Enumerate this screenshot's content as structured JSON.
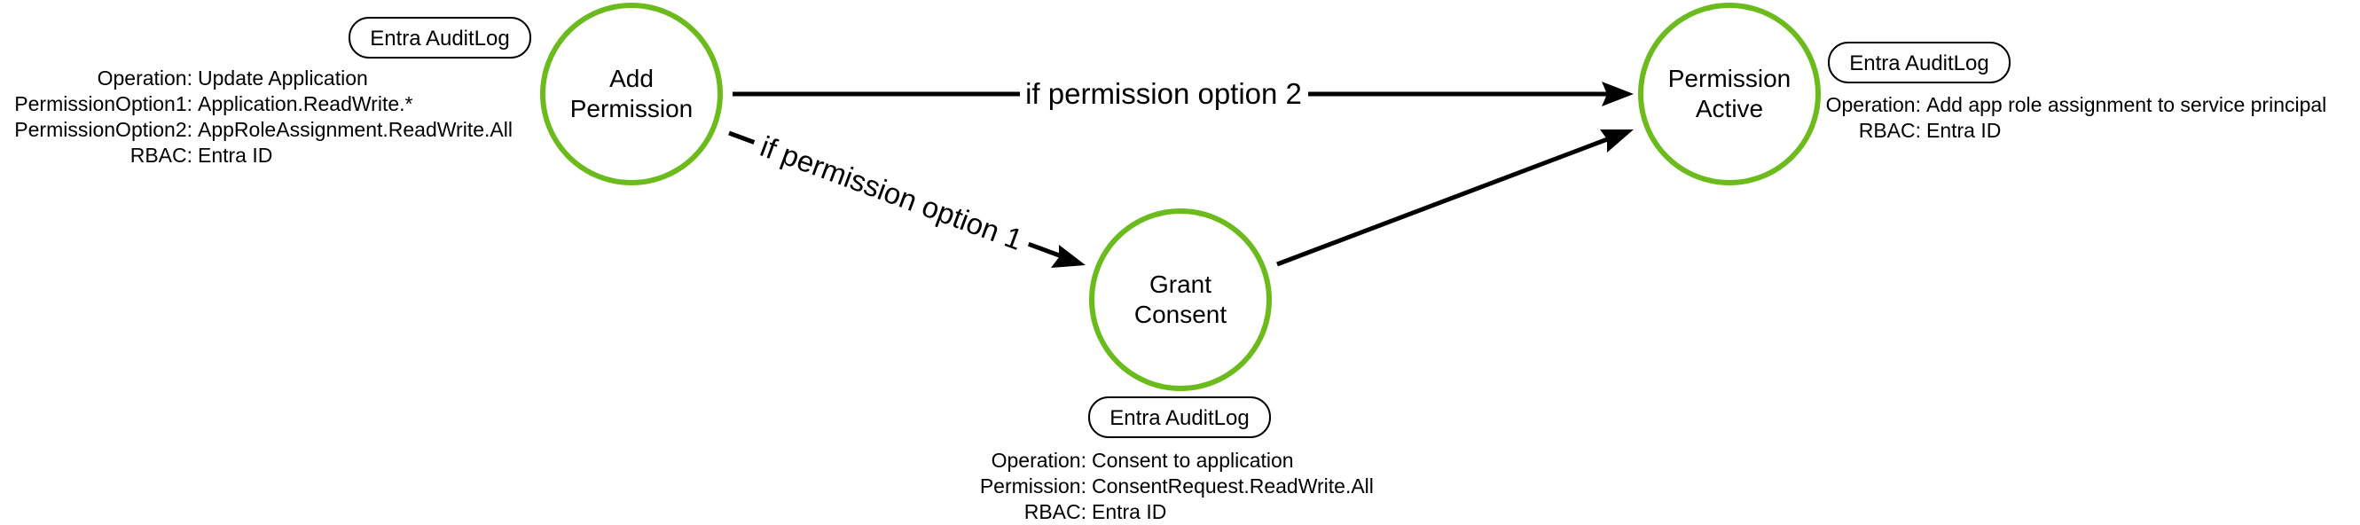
{
  "nodes": {
    "add_permission": {
      "line1": "Add",
      "line2": "Permission"
    },
    "grant_consent": {
      "line1": "Grant",
      "line2": "Consent"
    },
    "permission_active": {
      "line1": "Permission",
      "line2": "Active"
    }
  },
  "edges": {
    "option2_label": "if permission option 2",
    "option1_label": "if permission option 1"
  },
  "log_tags": {
    "add_permission": "Entra AuditLog",
    "grant_consent": "Entra AuditLog",
    "permission_active": "Entra AuditLog"
  },
  "details": {
    "add_permission": [
      {
        "key": "Operation:",
        "value": "Update Application"
      },
      {
        "key": "PermissionOption1:",
        "value": "Application.ReadWrite.*"
      },
      {
        "key": "PermissionOption2:",
        "value": "AppRoleAssignment.ReadWrite.All"
      },
      {
        "key": "RBAC:",
        "value": "Entra ID"
      }
    ],
    "grant_consent": [
      {
        "key": "Operation:",
        "value": "Consent to application"
      },
      {
        "key": "Permission:",
        "value": "ConsentRequest.ReadWrite.All"
      },
      {
        "key": "RBAC:",
        "value": "Entra ID"
      }
    ],
    "permission_active": [
      {
        "key": "Operation:",
        "value": "Add app role assignment to service principal"
      },
      {
        "key": "RBAC:",
        "value": "Entra ID"
      }
    ]
  }
}
